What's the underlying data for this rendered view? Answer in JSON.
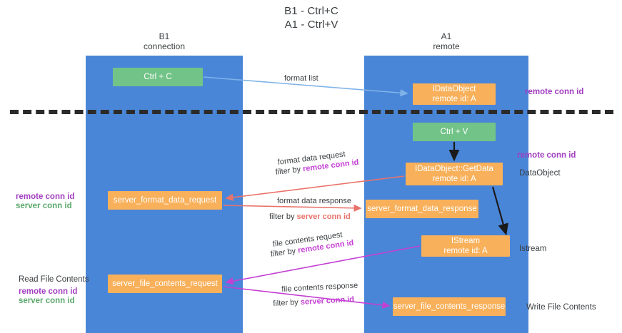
{
  "doc": {
    "title_line1": "B1 - Ctrl+C",
    "title_line2": "A1 - Ctrl+V"
  },
  "columns": {
    "left": {
      "name": "B1",
      "role": "connection"
    },
    "right": {
      "name": "A1",
      "role": "remote"
    }
  },
  "nodes": {
    "ctrl_c": {
      "label": "Ctrl + C",
      "color": "#72c387"
    },
    "idataobject": {
      "line1": "IDataObject",
      "line2": "remote id: A",
      "color": "#f8b05a"
    },
    "ctrl_v": {
      "label": "Ctrl + V",
      "color": "#72c387"
    },
    "getdata": {
      "line1": "IDataObject::GetData",
      "line2": "remote id: A",
      "color": "#f8b05a"
    },
    "server_format_data_request": {
      "label": "server_format_data_request",
      "color": "#f8b05a"
    },
    "server_format_data_response": {
      "label": "server_format_data_response",
      "color": "#f8b05a"
    },
    "istream": {
      "line1": "IStream",
      "line2": "remote id: A",
      "color": "#f8b05a"
    },
    "server_file_contents_request": {
      "label": "server_file_contents_request",
      "color": "#f8b05a"
    },
    "server_file_contents_response": {
      "label": "server_file_contents_response",
      "color": "#f8b05a"
    }
  },
  "edge_labels": {
    "format_list": "format list",
    "format_data_request": "format data request",
    "filter_by": "filter by",
    "remote_conn_id": "remote conn id",
    "format_data_response": "format data response",
    "server_conn_id": "server conn id",
    "file_contents_request": "file contents request",
    "file_contents_response": "file contents response"
  },
  "side_labels": {
    "remote_conn_id_top": "remote conn id",
    "remote_conn_id_mid": "remote conn id",
    "dataobject": "DataObject",
    "istream": "Istream",
    "write_file_contents": "Write File Contents"
  },
  "left_labels": {
    "remote_conn_id": "remote conn id",
    "server_conn_id": "server conn id",
    "read_file_contents": "Read File Contents",
    "remote_conn_id_2": "remote conn id",
    "server_conn_id_2": "server conn id"
  },
  "colors": {
    "column": "#4a86d8",
    "green_node": "#72c387",
    "orange_node": "#f8b05a",
    "purple_text": "#a23ec0",
    "magenta_text": "#c43fd4",
    "green_text": "#5aa86c",
    "red_arrow": "#e8736a",
    "blue_arrow": "#7fb3e8",
    "magenta_arrow": "#c43fd4",
    "black_arrow": "#1a1a1a",
    "dashed_line": "#2b2b2b",
    "background": "#ffffff"
  }
}
